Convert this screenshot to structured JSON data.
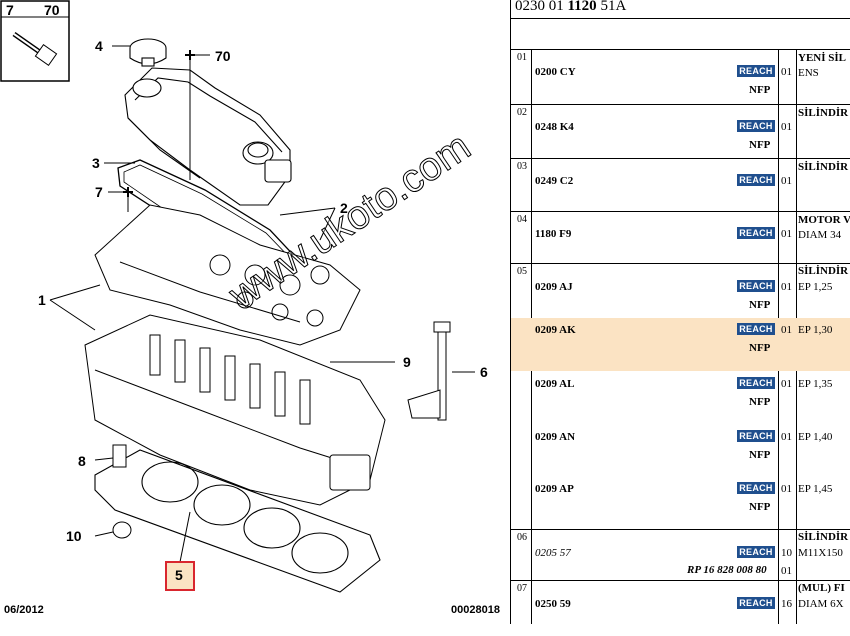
{
  "diagram": {
    "inset_labels": [
      "7",
      "70"
    ],
    "callouts": [
      "4",
      "70",
      "3",
      "7",
      "2",
      "1",
      "9",
      "6",
      "8",
      "10",
      "5"
    ],
    "date_code": "06/2012",
    "figure_code": "00028018"
  },
  "table": {
    "header": {
      "prefix": "0230 01",
      "bold": "1120",
      "suffix": "51A"
    },
    "groups": [
      {
        "num": "01",
        "title": "YENİ SİL",
        "rows": [
          {
            "ref": "0200 CY",
            "qty": "01",
            "desc": "ENS",
            "nfp": "NFP"
          }
        ]
      },
      {
        "num": "02",
        "title": "SİLİNDİR",
        "rows": [
          {
            "ref": "0248 K4",
            "qty": "01",
            "desc": "",
            "nfp": "NFP"
          }
        ]
      },
      {
        "num": "03",
        "title": "SİLİNDİR",
        "rows": [
          {
            "ref": "0249 C2",
            "qty": "01",
            "desc": "",
            "nfp": ""
          }
        ]
      },
      {
        "num": "04",
        "title": "MOTOR V",
        "rows": [
          {
            "ref": "1180 F9",
            "qty": "01",
            "desc": "DIAM 34",
            "nfp": ""
          }
        ]
      },
      {
        "num": "05",
        "title": "SİLİNDİR",
        "rows": [
          {
            "ref": "0209 AJ",
            "qty": "01",
            "desc": "EP 1,25",
            "nfp": "NFP"
          },
          {
            "ref": "0209 AK",
            "qty": "01",
            "desc": "EP 1,30",
            "nfp": "NFP"
          },
          {
            "ref": "0209 AL",
            "qty": "01",
            "desc": "EP 1,35",
            "nfp": "NFP"
          },
          {
            "ref": "0209 AN",
            "qty": "01",
            "desc": "EP 1,40",
            "nfp": "NFP"
          },
          {
            "ref": "0209 AP",
            "qty": "01",
            "desc": "EP 1,45",
            "nfp": "NFP"
          }
        ]
      },
      {
        "num": "06",
        "title": "SİLİNDİR",
        "rows": [
          {
            "ref": "0205 57",
            "qty": "10",
            "desc": "M11X150",
            "rp": "RP 16 828 008 80",
            "qty2": "01"
          }
        ]
      },
      {
        "num": "07",
        "title": "(MUL) FI",
        "rows": [
          {
            "ref": "0250 59",
            "qty": "16",
            "desc": "DIAM 6X",
            "nfp": ""
          }
        ]
      }
    ],
    "reach_label": "REACH",
    "selected_ref": "0209 AK"
  },
  "watermark": "www.ukoto.com",
  "colors": {
    "highlight": "#fbe3c3",
    "reach_badge": "#1f4f8e",
    "callout_box": "#d9262e",
    "callout_fill": "#fbe3c3"
  }
}
